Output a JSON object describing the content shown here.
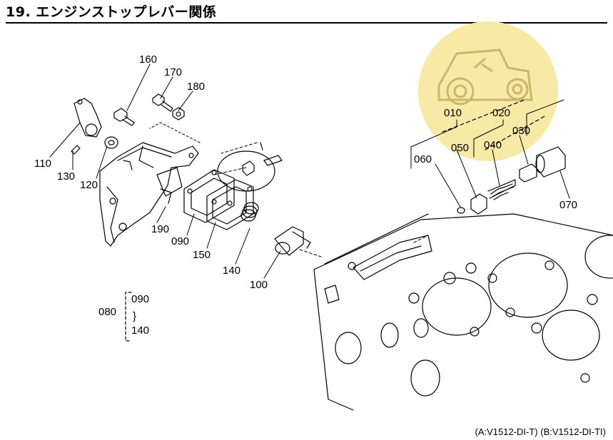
{
  "title": "19. エンジンストップレバー関係",
  "footer": "(A:V1512-DI-T) (B:V1512-DI-TI)",
  "colors": {
    "watermark": "#f7e9a6",
    "watermark_line": "#c9b86a",
    "ink": "#000000"
  },
  "part_labels": {
    "p010": "010",
    "p020": "020",
    "p030": "030",
    "p040": "040",
    "p050": "050",
    "p060": "060",
    "p070": "070",
    "p080": "080",
    "p090": "090",
    "p100": "100",
    "p110": "110",
    "p120": "120",
    "p130": "130",
    "p140": "140",
    "p150": "150",
    "p160": "160",
    "p170": "170",
    "p180": "180",
    "p190": "190",
    "set_start": "090",
    "set_tilde": "}",
    "set_end": "140"
  }
}
